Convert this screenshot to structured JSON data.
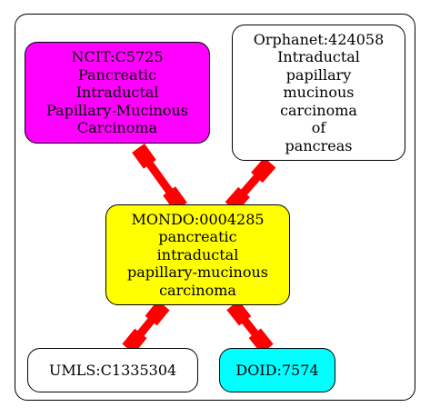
{
  "nodes": {
    "ncit": {
      "lines": [
        "NCIT:C5725",
        "Pancreatic",
        "Intraductal",
        "Papillary-Mucinous",
        "Carcinoma"
      ],
      "fill": "#ff00ff"
    },
    "orphanet": {
      "lines": [
        "Orphanet:424058",
        "Intraductal",
        "papillary",
        "mucinous",
        "carcinoma",
        "of",
        "pancreas"
      ],
      "fill": "#ffffff"
    },
    "mondo": {
      "lines": [
        "MONDO:0004285",
        "pancreatic",
        "intraductal",
        "papillary-mucinous",
        "carcinoma"
      ],
      "fill": "#ffff00"
    },
    "umls": {
      "lines": [
        "UMLS:C1335304"
      ],
      "fill": "#ffffff"
    },
    "doid": {
      "lines": [
        "DOID:7574"
      ],
      "fill": "#00ffff"
    }
  },
  "edge_color": "#ff0000",
  "edges": [
    {
      "from": "ncit",
      "to": "mondo"
    },
    {
      "from": "orphanet",
      "to": "mondo"
    },
    {
      "from": "mondo",
      "to": "umls"
    },
    {
      "from": "mondo",
      "to": "doid"
    }
  ]
}
